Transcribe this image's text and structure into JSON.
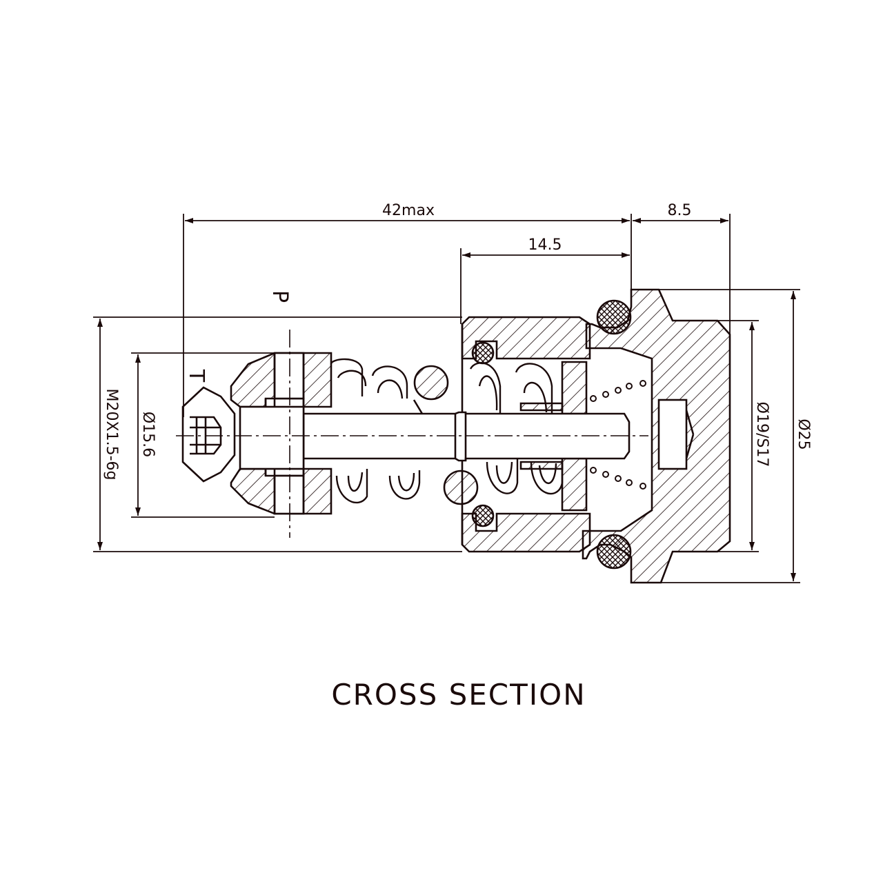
{
  "caption": "CROSS SECTION",
  "line_color": "#1a0a0a",
  "port_labels": {
    "pressure": "P",
    "tank": "T"
  },
  "dimensions": {
    "overall_length": "42max",
    "flange_length": "8.5",
    "thread_length": "14.5",
    "thread_spec": "M20X1.5-6g",
    "nose_diameter": "Ø15.6",
    "hex_size": "Ø19/S17",
    "flange_diameter": "Ø25"
  }
}
